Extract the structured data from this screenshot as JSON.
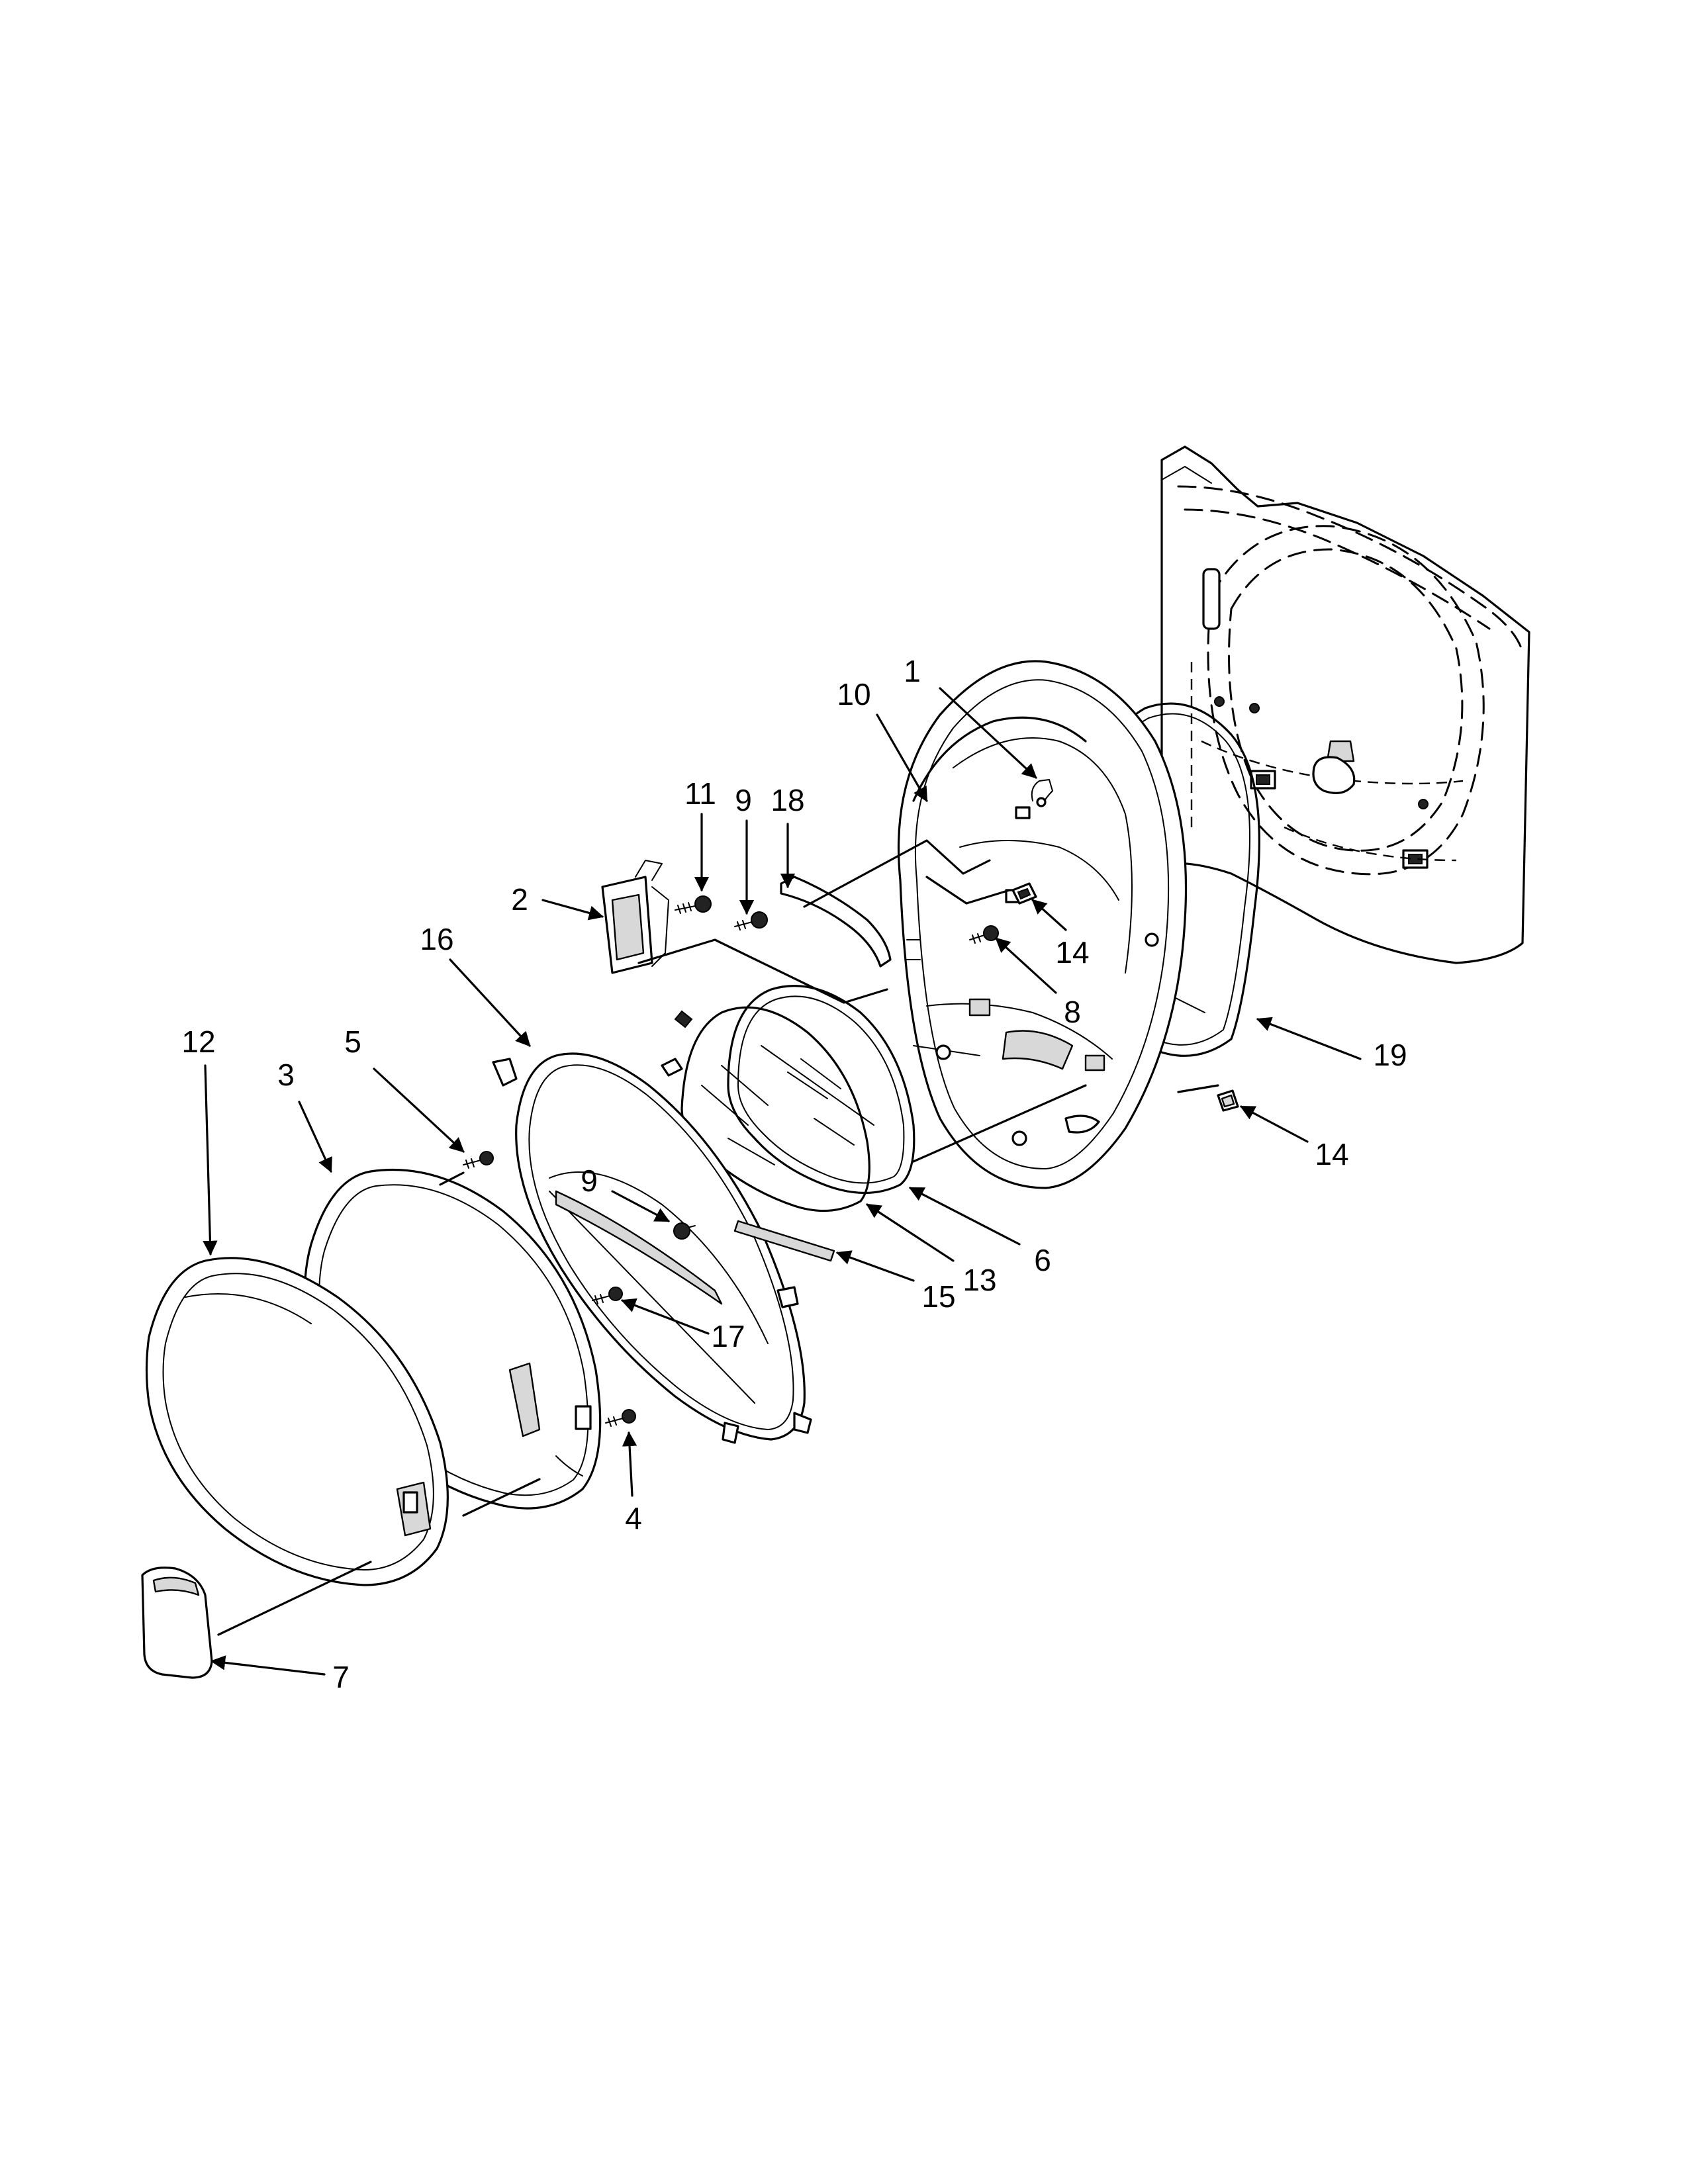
{
  "callouts": [
    {
      "id": "1",
      "label": "1"
    },
    {
      "id": "2",
      "label": "2"
    },
    {
      "id": "3",
      "label": "3"
    },
    {
      "id": "4",
      "label": "4"
    },
    {
      "id": "5",
      "label": "5"
    },
    {
      "id": "6",
      "label": "6"
    },
    {
      "id": "7",
      "label": "7"
    },
    {
      "id": "8",
      "label": "8"
    },
    {
      "id": "9a",
      "label": "9"
    },
    {
      "id": "9b",
      "label": "9"
    },
    {
      "id": "10",
      "label": "10"
    },
    {
      "id": "11",
      "label": "11"
    },
    {
      "id": "12",
      "label": "12"
    },
    {
      "id": "13",
      "label": "13"
    },
    {
      "id": "14a",
      "label": "14"
    },
    {
      "id": "14b",
      "label": "14"
    },
    {
      "id": "15",
      "label": "15"
    },
    {
      "id": "16",
      "label": "16"
    },
    {
      "id": "17",
      "label": "17"
    },
    {
      "id": "18",
      "label": "18"
    },
    {
      "id": "19",
      "label": "19"
    }
  ]
}
